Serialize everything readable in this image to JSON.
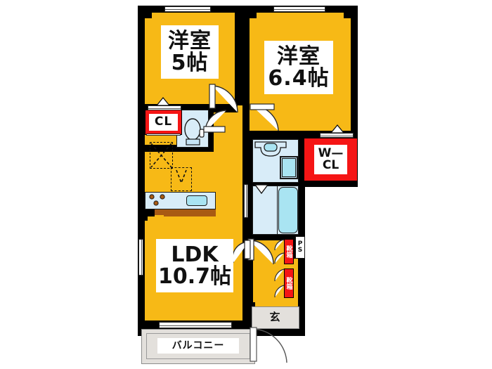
{
  "plan": {
    "type": "japanese-floor-plan",
    "layout_name": "2LDK",
    "background_color": "#ffffff",
    "room_fill_color": "#F7B916",
    "wall_color": "#000000",
    "closet_color": "#F51515",
    "water_area_color": "#D8ECF8",
    "balcony_color": "#E3E0DC"
  },
  "rooms": [
    {
      "id": "washitsu_left",
      "label_line1": "洋室",
      "label_line2": "5帖",
      "name": "Western room 5 jo"
    },
    {
      "id": "washitsu_right",
      "label_line1": "洋室",
      "label_line2": "6.4帖",
      "name": "Western room 6.4 jo"
    },
    {
      "id": "ldk",
      "label_line1": "LDK",
      "label_line2": "10.7帖",
      "name": "Living Dining Kitchen 10.7 jo"
    }
  ],
  "labels": {
    "closet": "CL",
    "walk_in_closet_line1": "W—",
    "walk_in_closet_line2": "CL",
    "pipe_space_line1": "P",
    "pipe_space_line2": "S",
    "shoe_box_upper": "靴箱",
    "shoe_box_lower": "靴箱",
    "entrance": "玄",
    "balcony": "バルコニー"
  },
  "fixtures": [
    {
      "name": "toilet",
      "label": ""
    },
    {
      "name": "washbasin",
      "label": ""
    },
    {
      "name": "bathtub",
      "label": ""
    },
    {
      "name": "kitchen-sink",
      "label": ""
    },
    {
      "name": "gas-stove",
      "label": ""
    },
    {
      "name": "washing-machine-space",
      "label": ""
    },
    {
      "name": "refrigerator-space",
      "label": ""
    }
  ],
  "openings": {
    "window_count": 6,
    "swing_door_count": 6,
    "sliding_door_count": 2,
    "entrance_door": "玄関ドア"
  }
}
